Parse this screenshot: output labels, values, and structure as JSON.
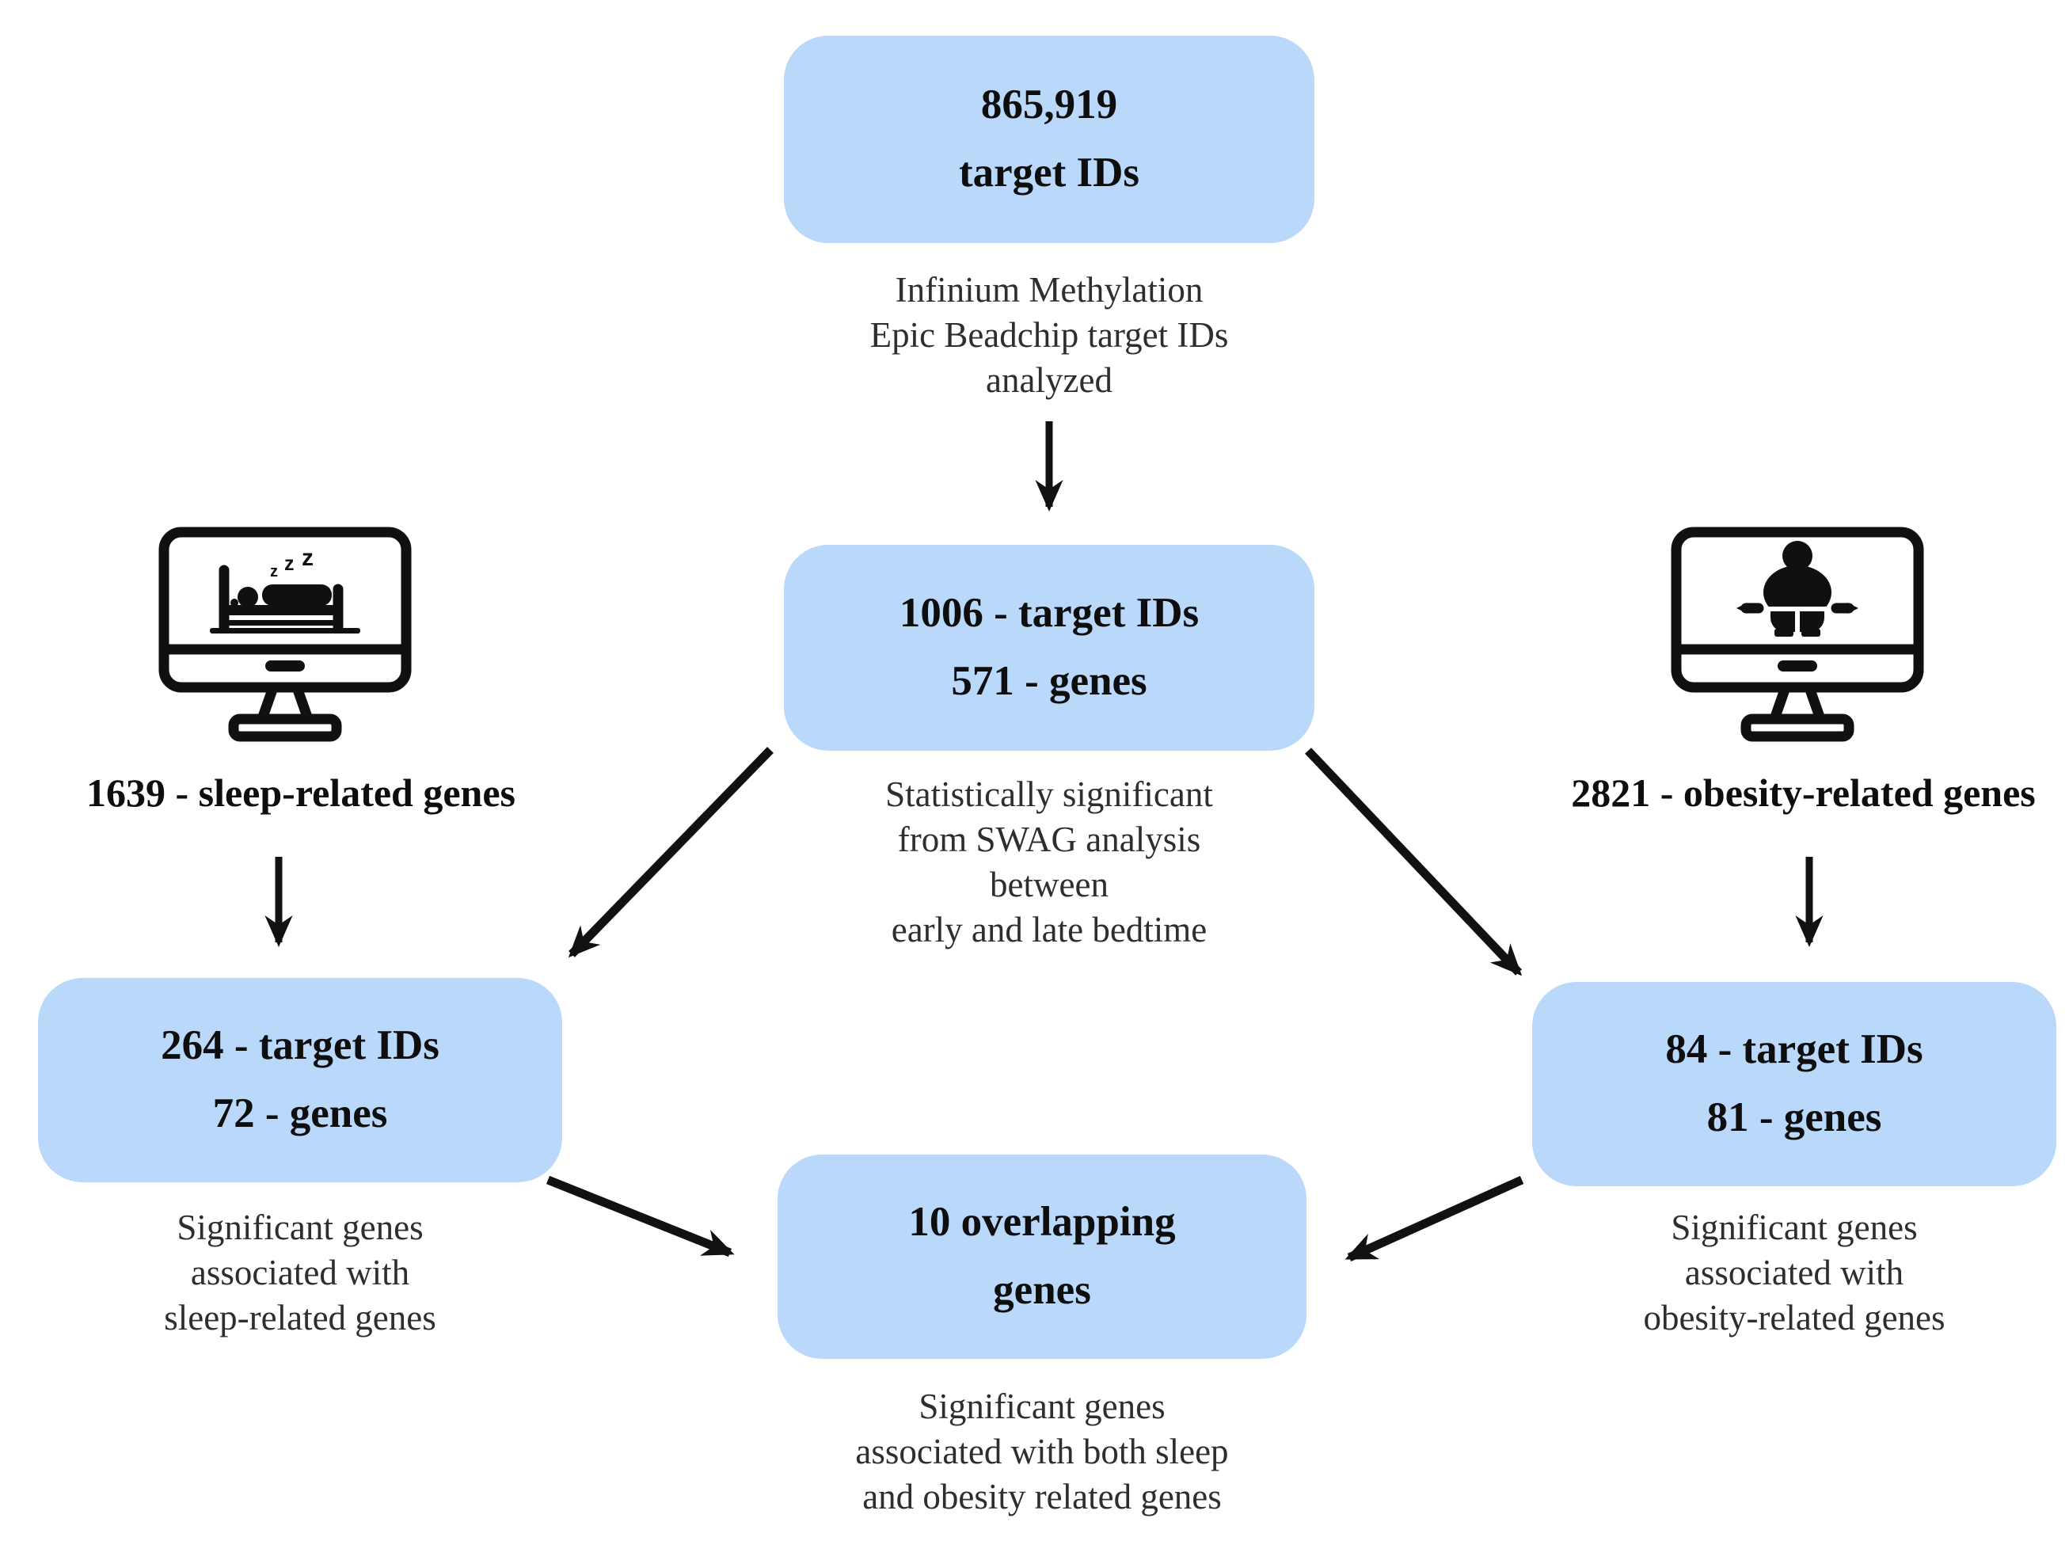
{
  "figure": {
    "background": "#ffffff",
    "box_fill": "#b9d8fa",
    "arrow_color": "#111111",
    "box_text_color": "#0e0e0e",
    "caption_color": "#2e2e2e"
  },
  "nodes": {
    "total": {
      "line1": "865,919",
      "line2": "target IDs",
      "caption": "Infinium Methylation\nEpic Beadchip target IDs\nanalyzed"
    },
    "swag": {
      "line1": "1006 - target IDs",
      "line2": "571 - genes",
      "caption": "Statistically significant\nfrom SWAG analysis\nbetween\nearly and late bedtime"
    },
    "sleep": {
      "label": "1639 - sleep-related genes",
      "line1": "264 - target IDs",
      "line2": "72 - genes",
      "caption": "Significant genes\nassociated with\nsleep-related genes"
    },
    "obesity": {
      "label": "2821 - obesity-related genes",
      "line1": "84 - target IDs",
      "line2": "81 - genes",
      "caption": "Significant genes\nassociated with\nobesity-related genes"
    },
    "overlap": {
      "line1": "10 overlapping",
      "line2": "genes",
      "caption": "Significant genes\nassociated with both sleep\nand obesity related genes"
    }
  },
  "icons": {
    "sleep": {
      "name": "sleep-computer-icon",
      "zzz": [
        "z",
        "z",
        "z"
      ]
    },
    "obesity": {
      "name": "obesity-computer-icon"
    }
  }
}
